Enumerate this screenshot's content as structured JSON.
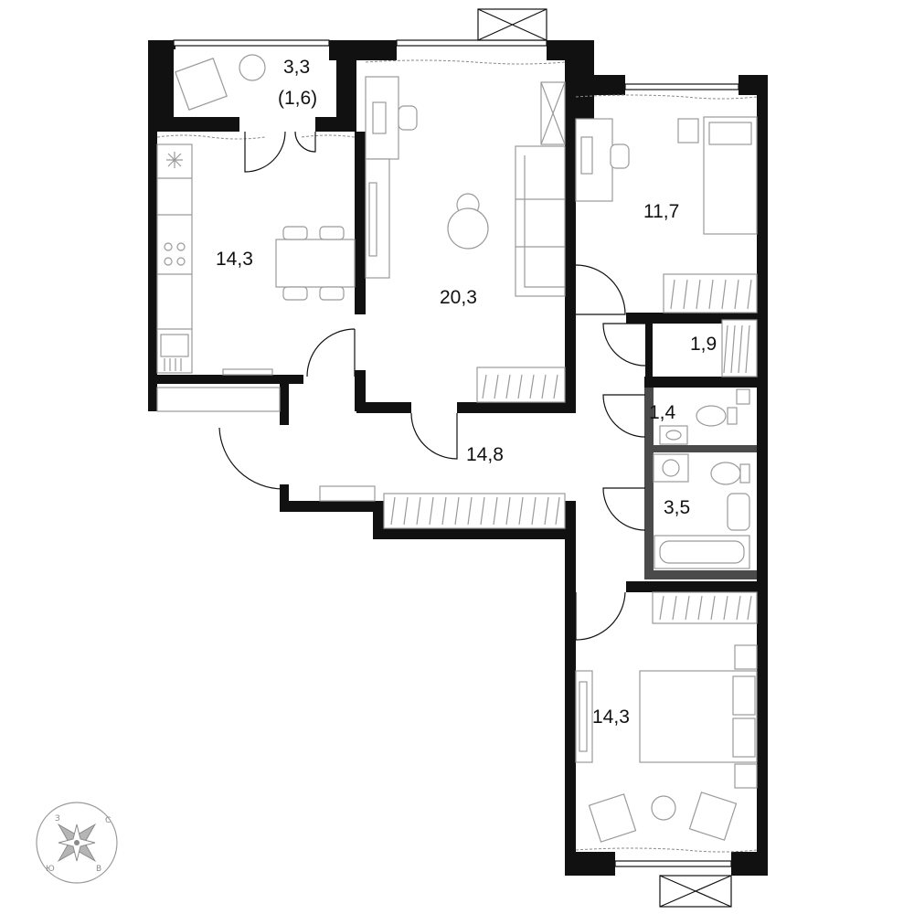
{
  "rooms": {
    "balcony_area": "3,3",
    "balcony_area_reduced": "(1,6)",
    "kitchen_area": "14,3",
    "living_area": "20,3",
    "bedroom_small_area": "11,7",
    "storage_area": "1,9",
    "toilet_area": "1,4",
    "bathroom_area": "3,5",
    "hall_area": "14,8",
    "bedroom_large_area": "14,3"
  },
  "compass": {
    "north": "С",
    "south": "Ю",
    "east": "В",
    "west": "З"
  },
  "colors": {
    "wall": "#111111",
    "furniture_stroke": "#9a9a9a",
    "background": "#ffffff"
  }
}
